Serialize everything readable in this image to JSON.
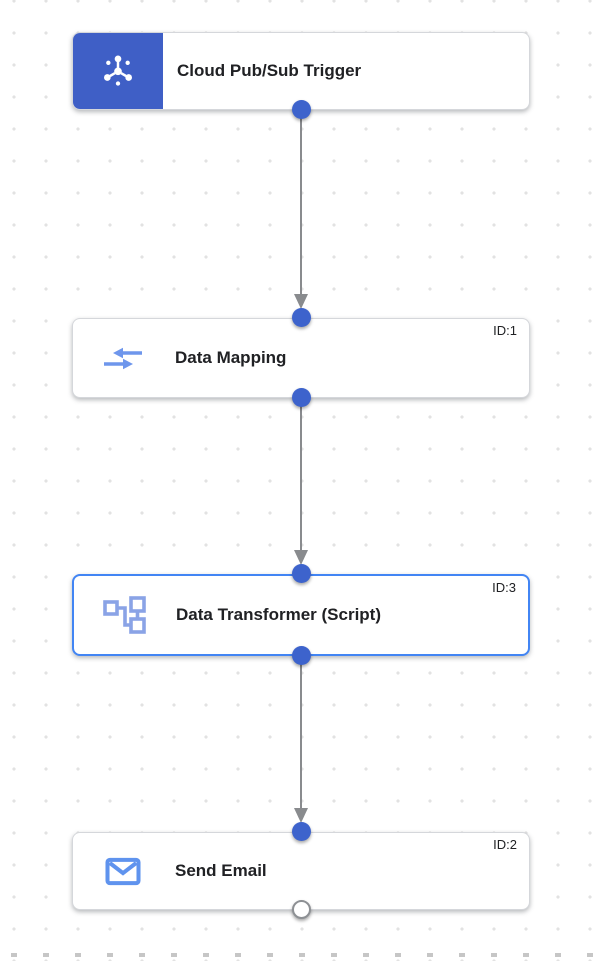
{
  "canvas": {
    "name": "integration-workflow-canvas",
    "grid_dot_color": "#E2E2E2",
    "background": "#FFFFFF"
  },
  "colors": {
    "trigger_block_blue": "#3F5FC6",
    "port_connected_blue": "#3D63CC",
    "port_open_border": "#8D9094",
    "edge_gray": "#898B8E",
    "node_border": "#D5D7DB",
    "selected_node_border": "#4285F4",
    "title_text": "#202124",
    "icon_blue_light": "#6E96EC"
  },
  "nodes": [
    {
      "title": "Cloud Pub/Sub Trigger",
      "id_label": "",
      "icon": "pubsub-icon",
      "kind": "trigger",
      "selected": false,
      "ports": {
        "top": "none",
        "bottom": "connected"
      }
    },
    {
      "title": "Data Mapping",
      "id_label": "ID:1",
      "icon": "data-mapping-icon",
      "kind": "task",
      "selected": false,
      "ports": {
        "top": "connected",
        "bottom": "connected"
      }
    },
    {
      "title": "Data Transformer (Script)",
      "id_label": "ID:3",
      "icon": "data-transformer-icon",
      "kind": "task",
      "selected": true,
      "ports": {
        "top": "connected",
        "bottom": "connected"
      }
    },
    {
      "title": "Send Email",
      "id_label": "ID:2",
      "icon": "send-email-icon",
      "kind": "task",
      "selected": false,
      "ports": {
        "top": "connected",
        "bottom": "open"
      }
    }
  ],
  "edges": [
    {
      "from": "Cloud Pub/Sub Trigger",
      "to": "Data Mapping"
    },
    {
      "from": "Data Mapping",
      "to": "Data Transformer (Script)"
    },
    {
      "from": "Data Transformer (Script)",
      "to": "Send Email"
    }
  ]
}
